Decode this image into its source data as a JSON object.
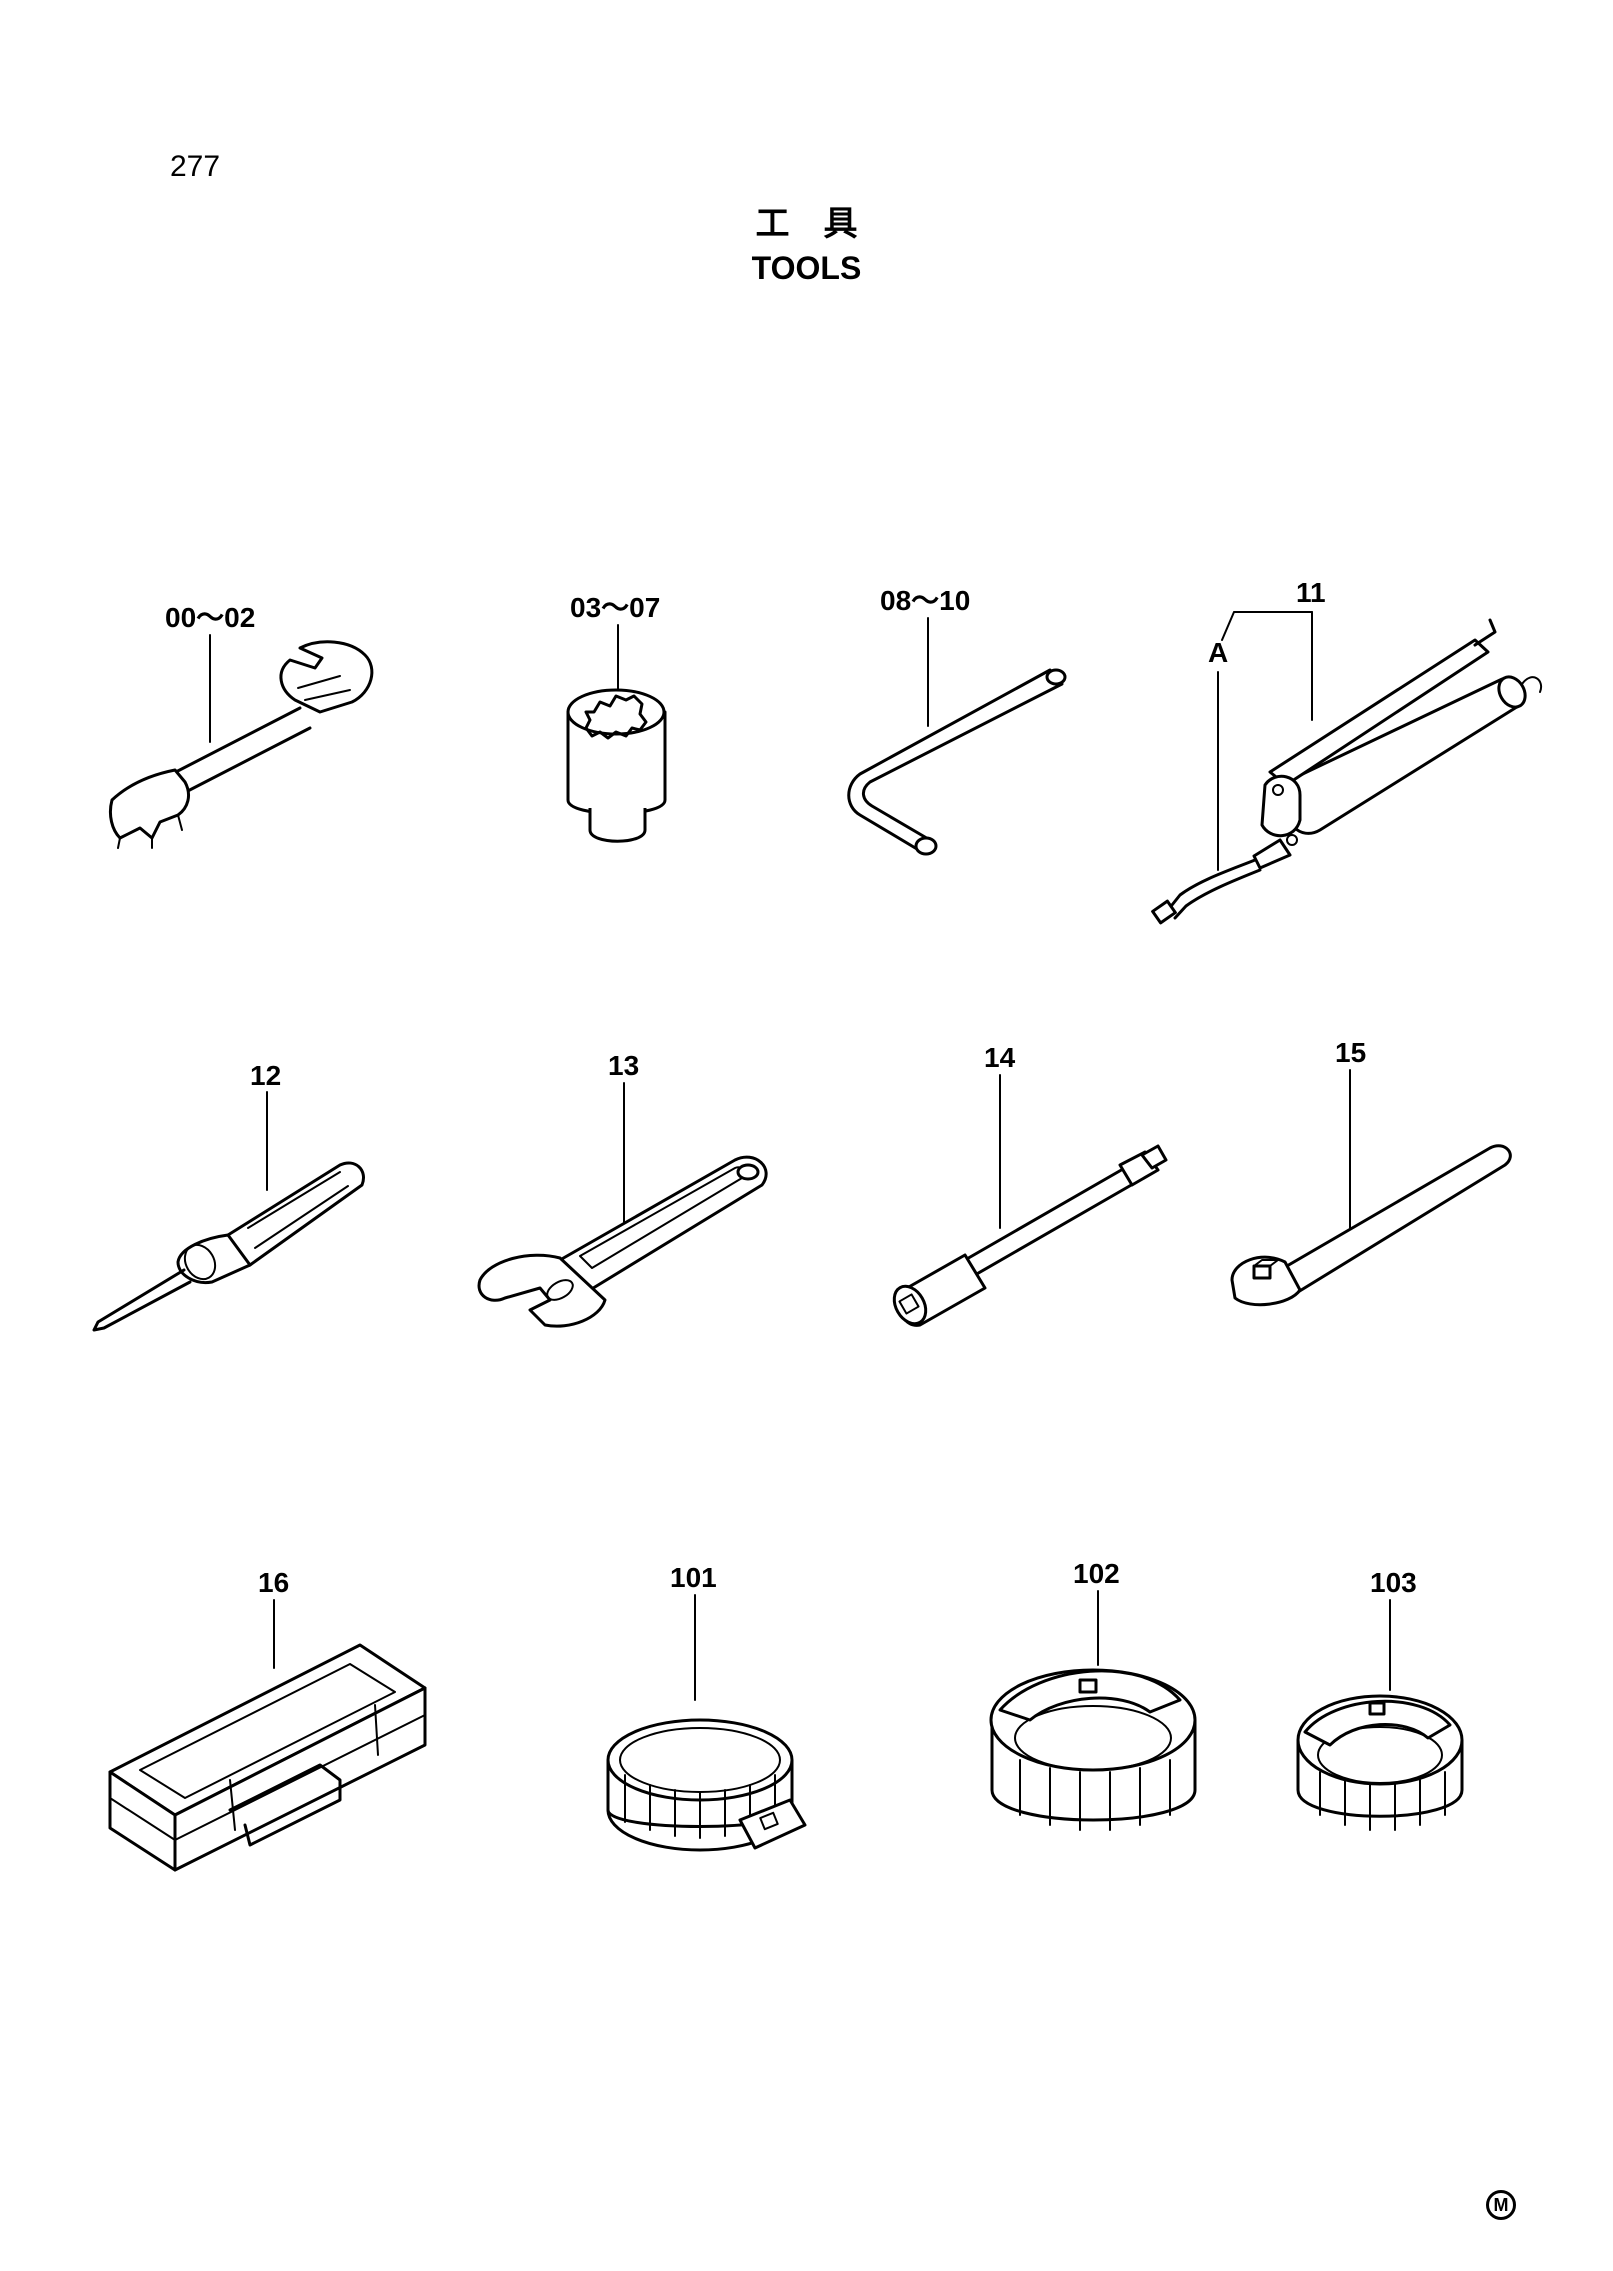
{
  "page": {
    "number": "277",
    "title_jp": "工具",
    "title_en": "TOOLS",
    "mark": "M"
  },
  "parts": [
    {
      "id": "wrench",
      "label": "00～02"
    },
    {
      "id": "socket",
      "label": "03～07"
    },
    {
      "id": "hex-key",
      "label": "08～10"
    },
    {
      "id": "grease-gun",
      "label": "11"
    },
    {
      "id": "grease-gun-detail",
      "label": "A"
    },
    {
      "id": "screwdriver",
      "label": "12"
    },
    {
      "id": "adjustable-wrench",
      "label": "13"
    },
    {
      "id": "extension-bar",
      "label": "14"
    },
    {
      "id": "ratchet-handle",
      "label": "15"
    },
    {
      "id": "tool-box",
      "label": "16"
    },
    {
      "id": "filter-wrench-band",
      "label": "101"
    },
    {
      "id": "filter-wrench-cap-large",
      "label": "102"
    },
    {
      "id": "filter-wrench-cap-small",
      "label": "103"
    }
  ]
}
